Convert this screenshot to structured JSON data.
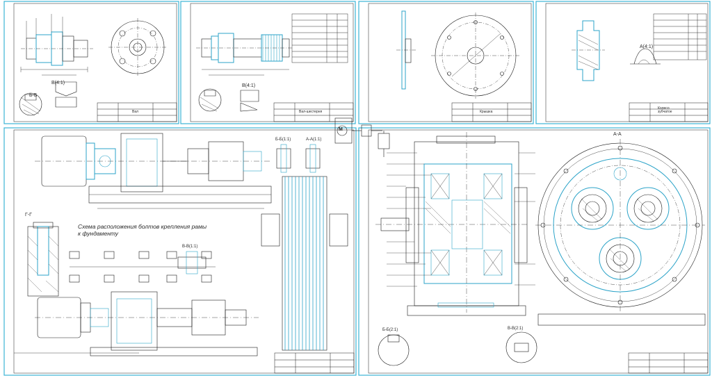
{
  "colors": {
    "line": "#1a1a1a",
    "highlight": "#2ba3c8",
    "frame": "#3bb3d6",
    "paper": "#ffffff"
  },
  "sheets": {
    "shaft": {
      "title": "Вал",
      "section_label": "Б-Б",
      "view_label": "В(4:1)"
    },
    "gear_shaft": {
      "title": "Вал-шестерня",
      "section_label": "В(4:1)"
    },
    "cover": {
      "title": "Крышка"
    },
    "gear_wheel": {
      "title": "Колесо зубчатое",
      "view_label": "А(4:1)"
    },
    "drive": {
      "caption": "Схема расположения болтов крепления рамы к фундаменту",
      "section_gg": "Г-Г",
      "section_bb": "Б-Б(1:1)",
      "section_aa": "А-А(1:1)",
      "section_vv": "В-В(1:1)"
    },
    "reducer": {
      "section_aa": "А-А",
      "section_bb": "Б-Б(2:1)",
      "section_vv": "В-В(2:1)"
    }
  },
  "kinematic_scheme": {
    "motor_symbol": "М"
  }
}
